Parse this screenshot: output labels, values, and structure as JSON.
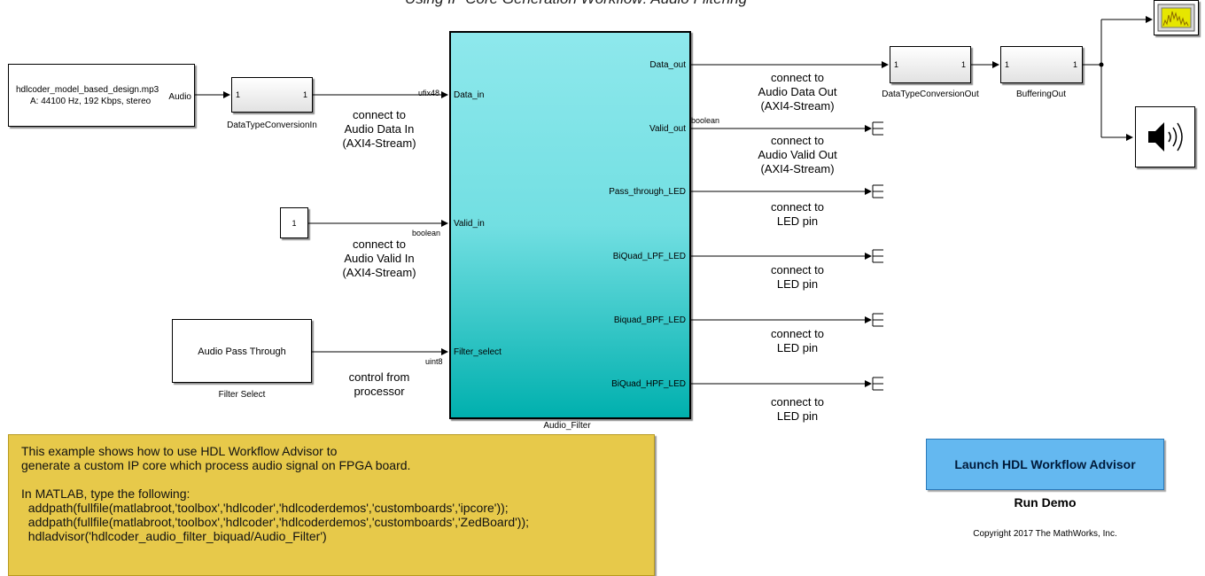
{
  "title": "Using IP Core Generation Workflow: Audio Filtering",
  "blocks": {
    "from_file": {
      "line1": "hdlcoder_model_based_design.mp3",
      "line2": "A: 44100 Hz, 192 Kbps, stereo",
      "port": "Audio"
    },
    "dtc_in": {
      "in_port": "1",
      "out_port": "1",
      "name": "DataTypeConversionIn"
    },
    "constant": {
      "value": "1"
    },
    "filter_select": {
      "value": "Audio Pass Through",
      "name": "Filter Select"
    },
    "audio_filter": {
      "name": "Audio_Filter",
      "inputs": [
        "Data_in",
        "Valid_in",
        "Filter_select"
      ],
      "outputs": [
        "Data_out",
        "Valid_out",
        "Pass_through_LED",
        "BiQuad_LPF_LED",
        "Biquad_BPF_LED",
        "BiQuad_HPF_LED"
      ]
    },
    "dtc_out": {
      "in_port": "1",
      "out_port": "1",
      "name": "DataTypeConversionOut"
    },
    "buffering": {
      "in_port": "1",
      "out_port": "1",
      "name": "BufferingOut"
    }
  },
  "signal_types": {
    "data_in": "ufix48",
    "valid_in": "boolean",
    "filter_select": "uint8",
    "valid_out": "boolean"
  },
  "annotations": {
    "data_in": [
      "connect to",
      "Audio Data In",
      "(AXI4-Stream)"
    ],
    "valid_in": [
      "connect to",
      "Audio Valid In",
      "(AXI4-Stream)"
    ],
    "filter_select": [
      "control from",
      "processor"
    ],
    "data_out": [
      "connect to",
      "Audio Data Out",
      "(AXI4-Stream)"
    ],
    "valid_out": [
      "connect to",
      "Audio Valid Out",
      "(AXI4-Stream)"
    ],
    "led1": [
      "connect to",
      "LED pin"
    ],
    "led2": [
      "connect to",
      "LED pin"
    ],
    "led3": [
      "connect to",
      "LED pin"
    ],
    "led4": [
      "connect to",
      "LED pin"
    ]
  },
  "note": {
    "lines": [
      "This example shows how to use HDL Workflow Advisor to",
      "generate a custom IP core which process audio signal on FPGA board.",
      "",
      "In MATLAB, type the following:",
      "  addpath(fullfile(matlabroot,'toolbox','hdlcoder','hdlcoderdemos','customboards','ipcore'));",
      "  addpath(fullfile(matlabroot,'toolbox','hdlcoder','hdlcoderdemos','customboards','ZedBoard'));",
      "  hdladvisor('hdlcoder_audio_filter_biquad/Audio_Filter')"
    ]
  },
  "launch_button": {
    "label": "Launch HDL Workflow Advisor"
  },
  "run_demo": "Run Demo",
  "copyright": "Copyright 2017 The MathWorks, Inc.",
  "icons": {
    "scope": "spectrum-scope-icon",
    "speaker": "audio-speaker-icon",
    "terminator": "terminator-icon"
  },
  "colors": {
    "filter_block_top": "#8ee8ec",
    "filter_block_bottom": "#00b0ae",
    "note_bg": "#e7c94a",
    "button_bg": "#64b8f0",
    "scope_screen": "#e6e600"
  }
}
